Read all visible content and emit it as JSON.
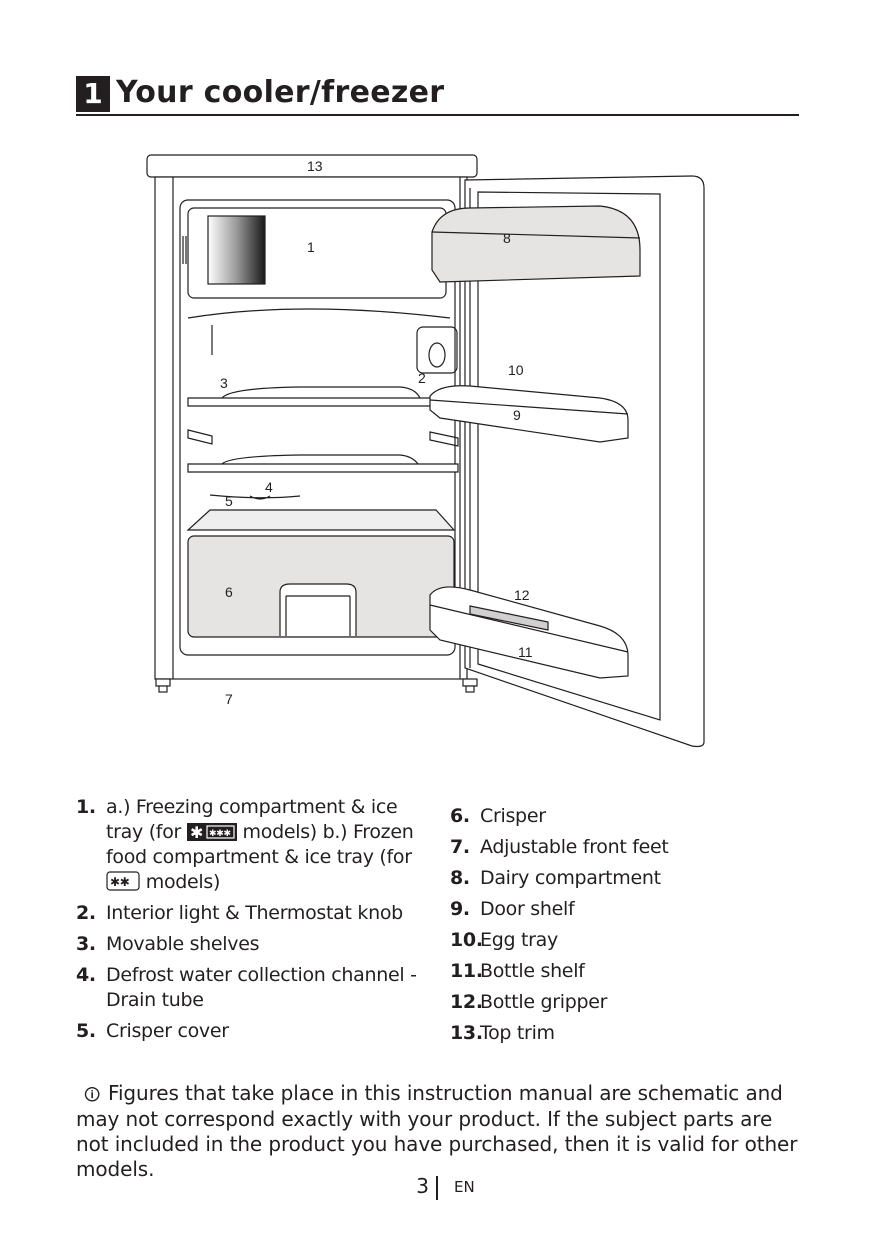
{
  "heading": {
    "number": "1",
    "title": "Your cooler/freezer"
  },
  "diagram_labels": {
    "l1": "1",
    "l2": "2",
    "l3": "3",
    "l4": "4",
    "l5": "5",
    "l6": "6",
    "l7": "7",
    "l8": "8",
    "l9": "9",
    "l10": "10",
    "l11": "11",
    "l12": "12",
    "l13": "13"
  },
  "parts_left": [
    {
      "num": "1.",
      "line_a": "a.) Freezing compartment & ice tray (for",
      "line_b": "models)  b.) Frozen food compartment & ice tray (for",
      "line_c": "models)"
    },
    {
      "num": "2.",
      "text": "Interior light & Thermostat knob"
    },
    {
      "num": "3.",
      "text": "Movable shelves"
    },
    {
      "num": "4.",
      "text": "Defrost water collection channel - Drain tube"
    },
    {
      "num": "5.",
      "text": "Crisper cover"
    }
  ],
  "parts_right": [
    {
      "num": "6.",
      "text": "Crisper"
    },
    {
      "num": "7.",
      "text": "Adjustable front feet"
    },
    {
      "num": "8.",
      "text": "Dairy compartment"
    },
    {
      "num": "9.",
      "text": "Door shelf"
    },
    {
      "num": "10.",
      "text": "Egg tray"
    },
    {
      "num": "11.",
      "text": "Bottle shelf"
    },
    {
      "num": "12.",
      "text": "Bottle gripper"
    },
    {
      "num": "13.",
      "text": "Top trim"
    }
  ],
  "note": {
    "text": "Figures that take place in this instruction manual are schematic and may not correspond exactly with your product. If the subject parts are not included in the product you have purchased, then it is valid for other models."
  },
  "footer": {
    "page": "3",
    "lang": "EN"
  }
}
